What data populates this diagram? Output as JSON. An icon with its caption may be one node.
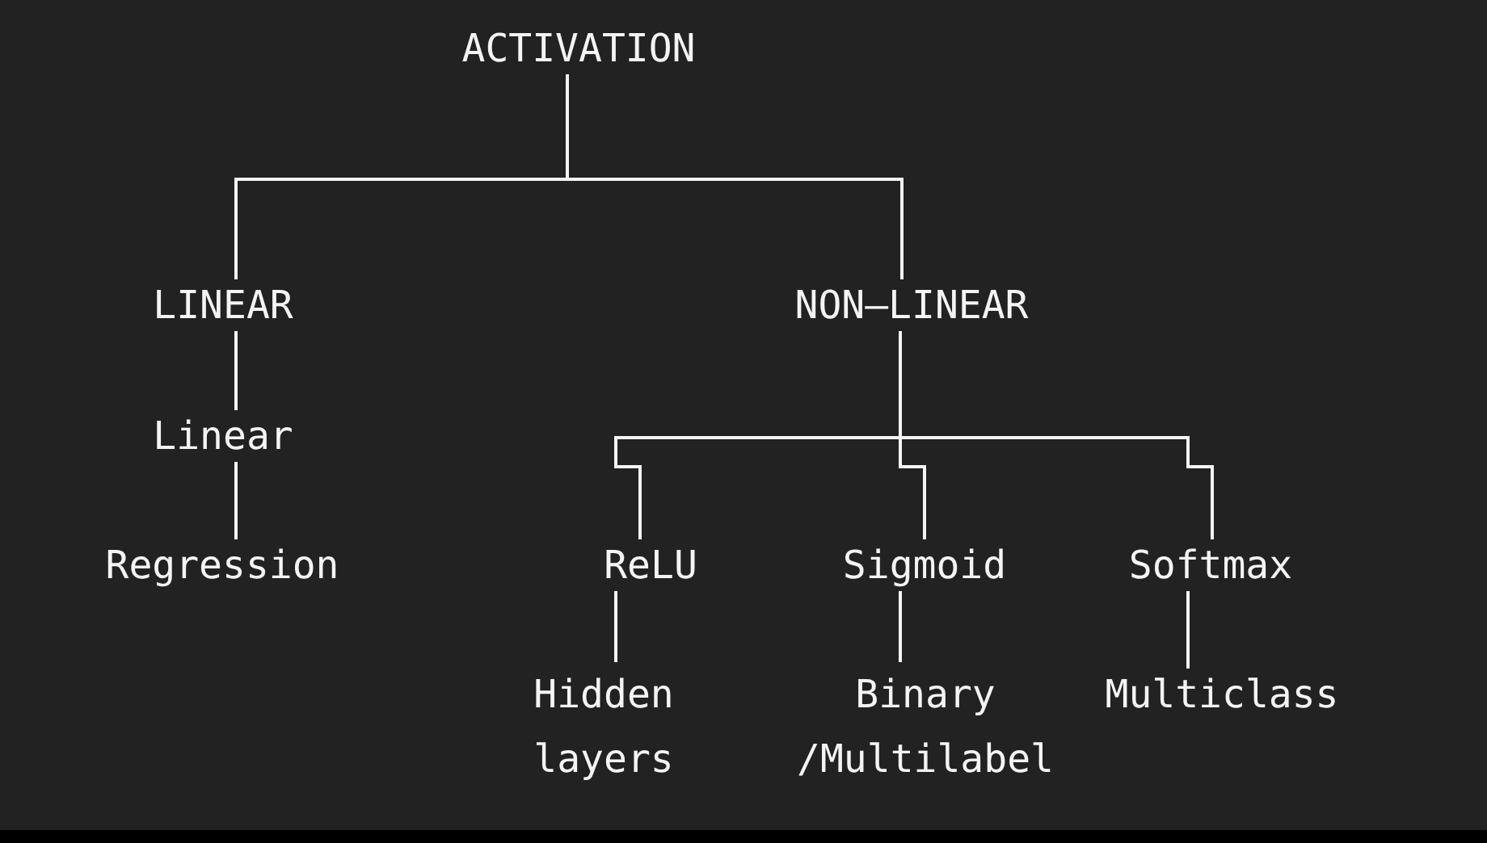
{
  "diagram": {
    "nodes": [
      {
        "text": [
          "ACTIVATION"
        ]
      },
      {
        "text": [
          "LINEAR"
        ]
      },
      {
        "text": [
          "NON–LINEAR"
        ]
      },
      {
        "text": [
          "Linear"
        ]
      },
      {
        "text": [
          "Regression"
        ]
      },
      {
        "text": [
          "ReLU"
        ]
      },
      {
        "text": [
          "Sigmoid"
        ]
      },
      {
        "text": [
          "Softmax"
        ]
      },
      {
        "text": [
          "Hidden layers"
        ]
      },
      {
        "text": [
          "Binary /Multilabel"
        ]
      },
      {
        "text": [
          "Multiclass"
        ]
      }
    ],
    "edges": [
      {
        "from": 0,
        "to": 1,
        "arrow": "none"
      },
      {
        "from": 0,
        "to": 2,
        "arrow": "none"
      },
      {
        "from": 1,
        "to": 3,
        "arrow": "none"
      },
      {
        "from": 3,
        "to": 4,
        "arrow": "none"
      },
      {
        "from": 2,
        "to": 5,
        "arrow": "none"
      },
      {
        "from": 2,
        "to": 6,
        "arrow": "none"
      },
      {
        "from": 2,
        "to": 7,
        "arrow": "none"
      },
      {
        "from": 5,
        "to": 8,
        "arrow": "none"
      },
      {
        "from": 6,
        "to": 9,
        "arrow": "none"
      },
      {
        "from": 7,
        "to": 10,
        "arrow": "none"
      }
    ]
  }
}
